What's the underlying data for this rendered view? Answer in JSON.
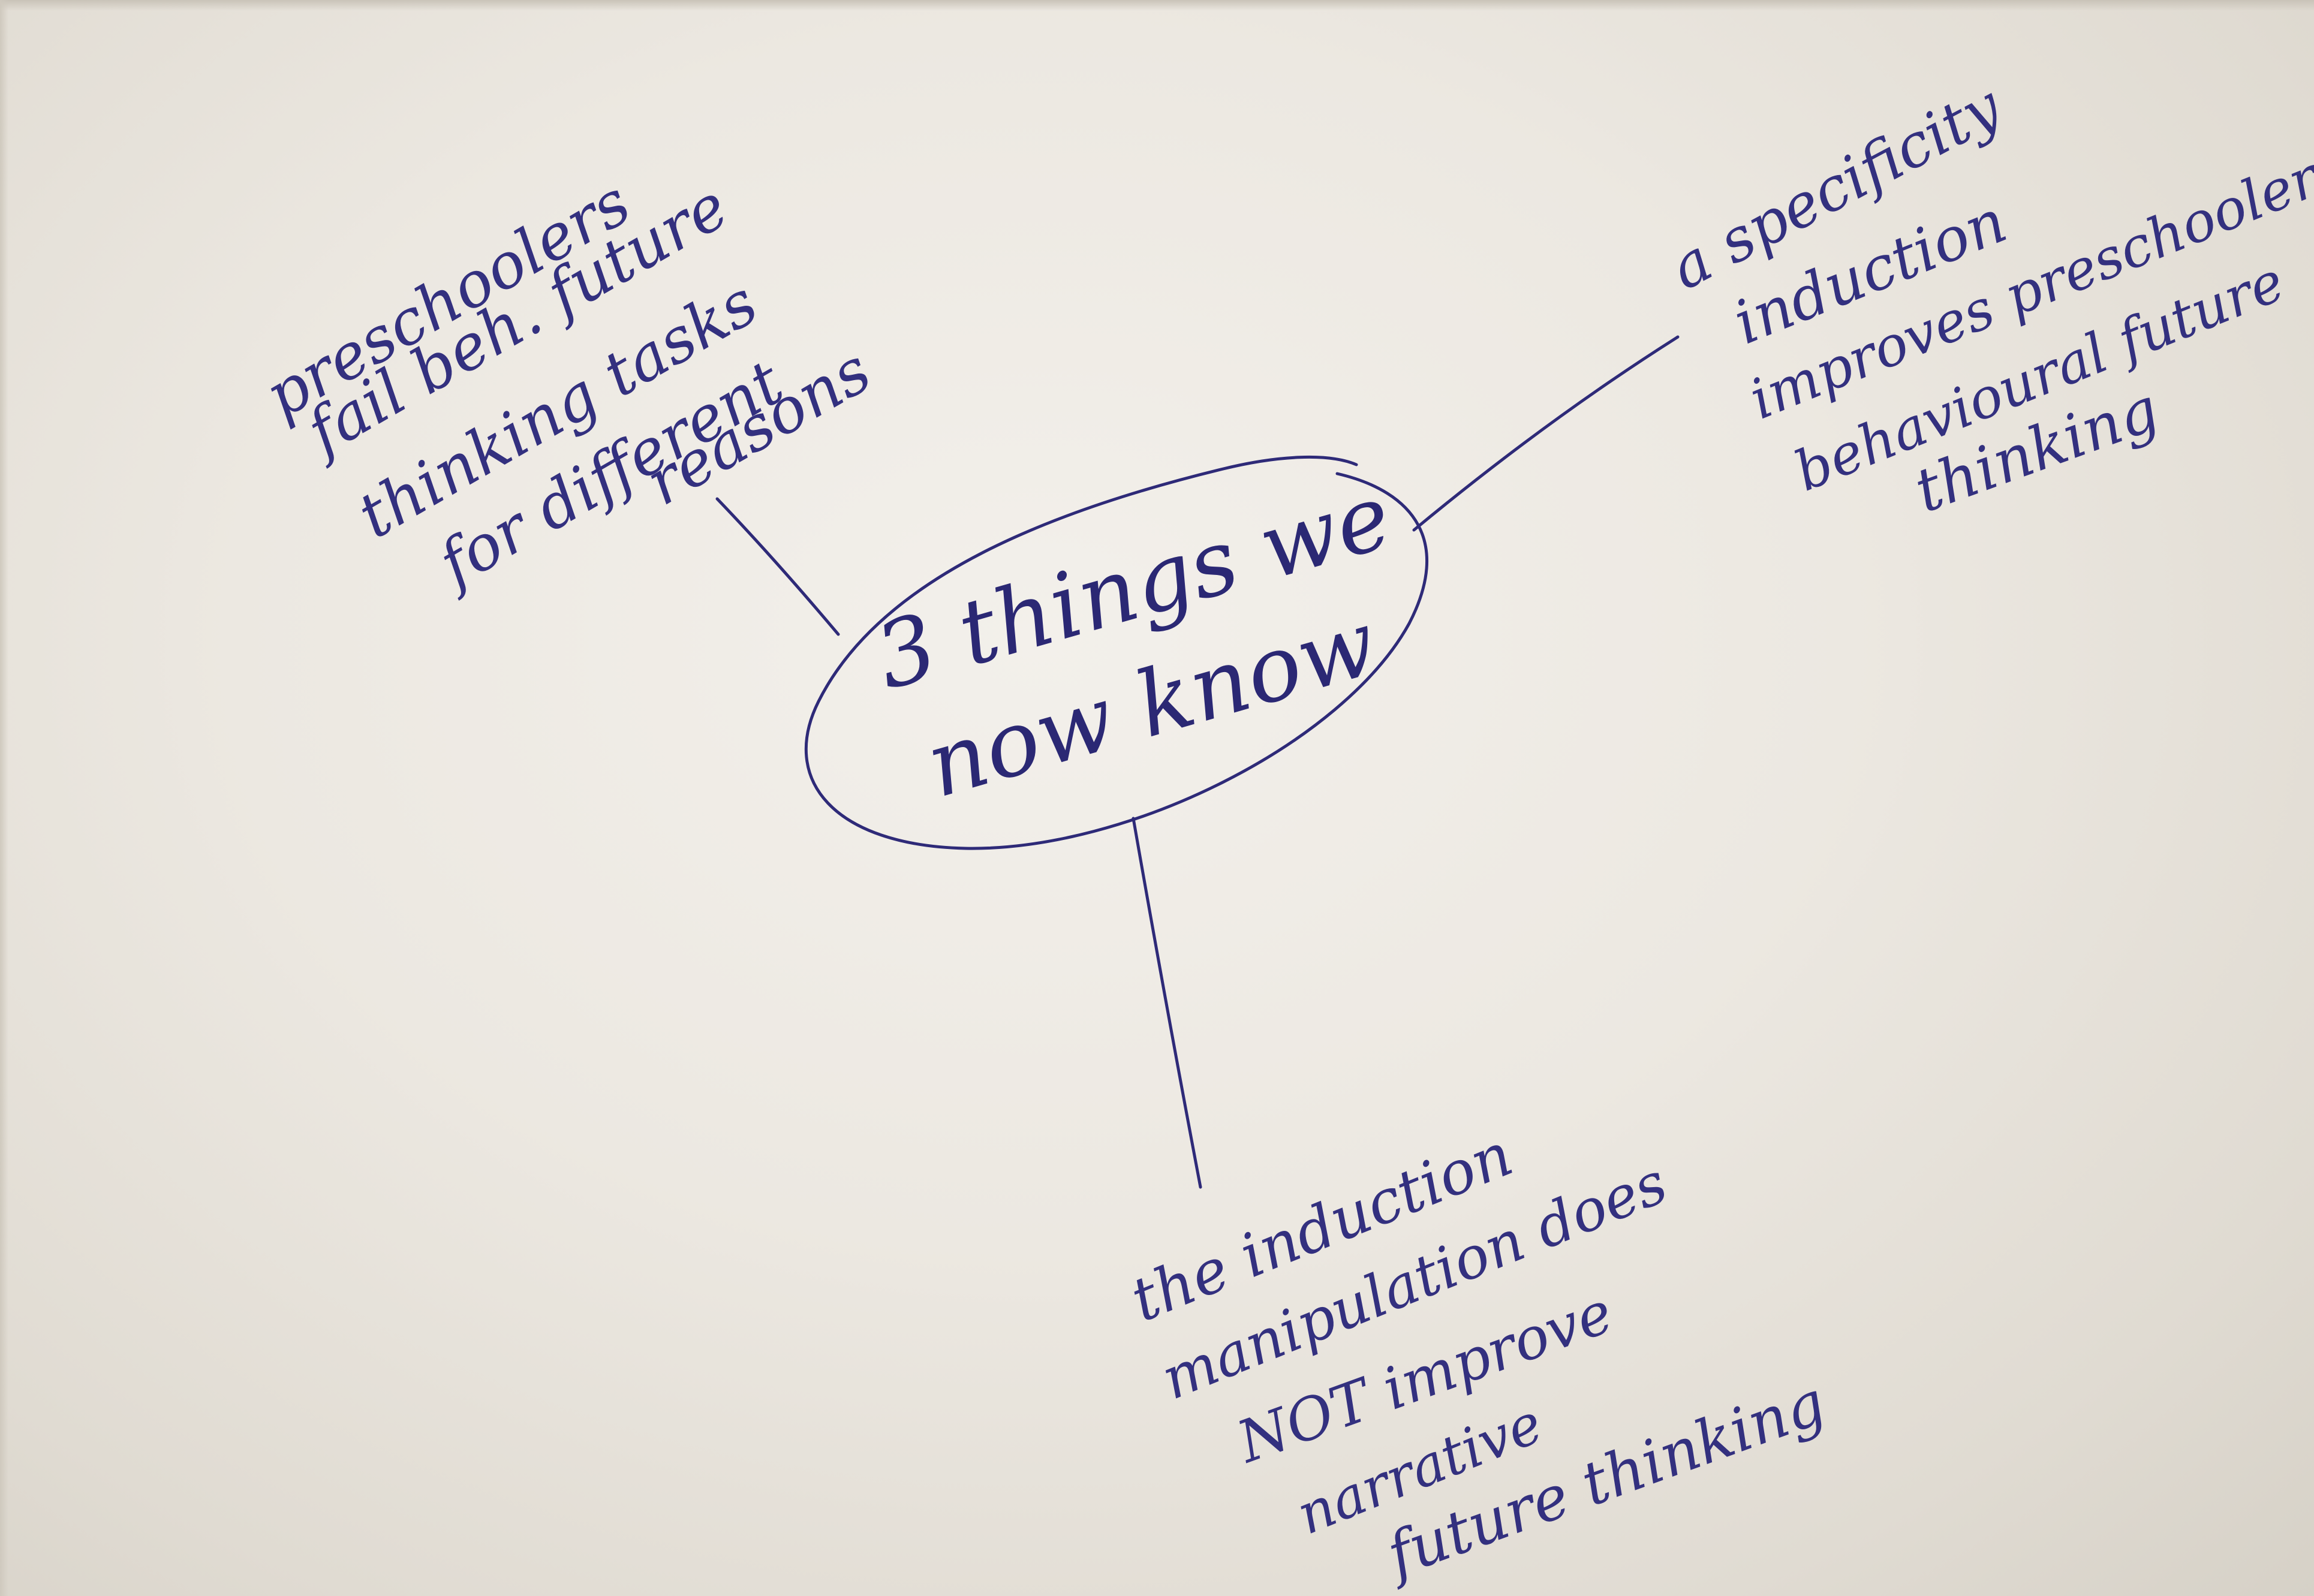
{
  "center": {
    "line1": "3 things we",
    "line2": "now know"
  },
  "branch_left": {
    "lines": [
      "preschoolers",
      "fail beh. future",
      "thinking tasks",
      "for different",
      "reasons"
    ]
  },
  "branch_right": {
    "lines": [
      "a specificity",
      "induction",
      "improves preschoolers",
      "behavioural future",
      "thinking"
    ]
  },
  "branch_bottom": {
    "lines": [
      "the induction",
      "manipulation does",
      "NOT improve",
      "narrative",
      "future thinking"
    ]
  },
  "colors": {
    "ink": "#2e2a78",
    "paper": "#ece8e1"
  }
}
